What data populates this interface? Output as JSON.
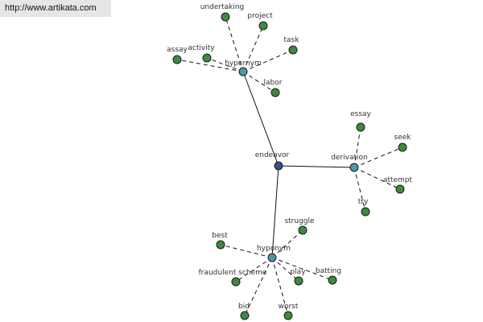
{
  "banner": {
    "url": "http://www.artikata.com"
  },
  "colors": {
    "root": "#3a4f8f",
    "relation": "#4a97a8",
    "leaf": "#3f8a3f",
    "node_stroke": "#1a1a1a",
    "edge": "#111111"
  },
  "graph": {
    "root": {
      "id": "endeavor",
      "label": "endeavor"
    },
    "relations": [
      {
        "id": "hypernym",
        "label": "hypernym",
        "children": [
          "undertaking",
          "project",
          "task",
          "activity",
          "assay",
          "labor"
        ]
      },
      {
        "id": "derivation",
        "label": "derivation",
        "children": [
          "essay",
          "seek",
          "attempt",
          "try"
        ]
      },
      {
        "id": "hyponym",
        "label": "hyponym",
        "children": [
          "struggle",
          "best",
          "fraudulent scheme",
          "play",
          "batting",
          "bid",
          "worst"
        ]
      }
    ]
  }
}
